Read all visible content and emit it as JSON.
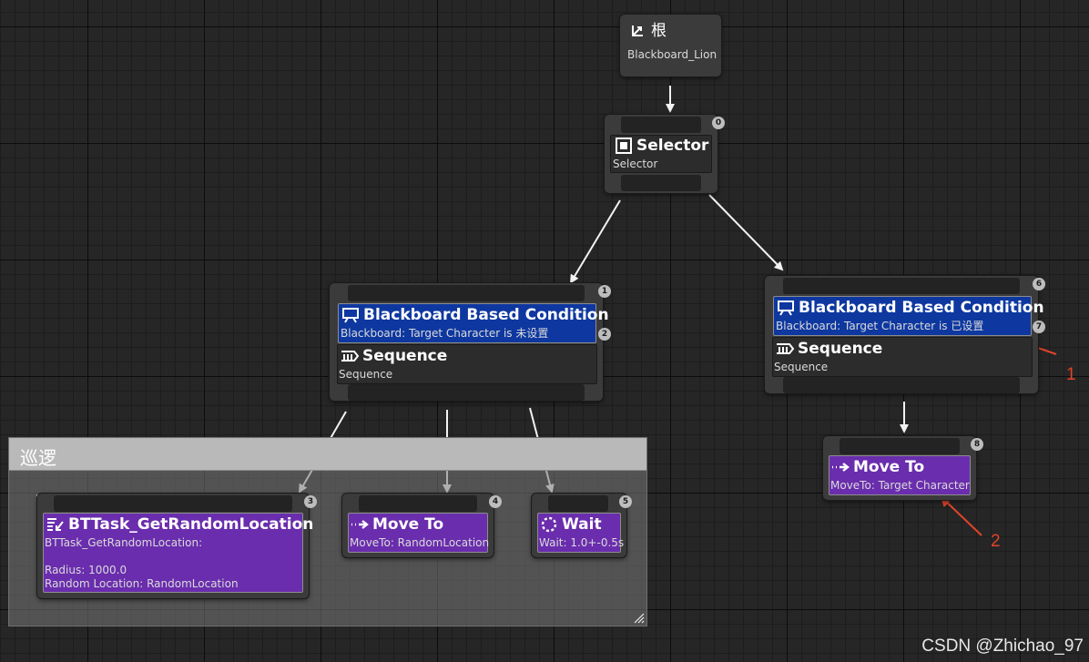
{
  "root": {
    "title": "根",
    "subtitle": "Blackboard_Lion"
  },
  "selector": {
    "title": "Selector",
    "subtitle": "Selector",
    "index": "0"
  },
  "left_branch": {
    "decorator": {
      "title": "Blackboard Based Condition",
      "subtitle": "Blackboard: Target Character is 未设置",
      "index": "2"
    },
    "composite": {
      "title": "Sequence",
      "subtitle": "Sequence",
      "index": "1"
    }
  },
  "right_branch": {
    "decorator": {
      "title": "Blackboard Based Condition",
      "subtitle": "Blackboard: Target Character is 已设置",
      "index": "7"
    },
    "composite": {
      "title": "Sequence",
      "subtitle": "Sequence",
      "index": "6"
    }
  },
  "comment_box": {
    "title": "巡逻"
  },
  "tasks": {
    "get_random_location": {
      "title": "BTTask_GetRandomLocation",
      "line1": "BTTask_GetRandomLocation:",
      "line2": "Radius: 1000.0",
      "line3": "Random Location: RandomLocation",
      "index": "3"
    },
    "move_to_random": {
      "title": "Move To",
      "subtitle": "MoveTo: RandomLocation",
      "index": "4"
    },
    "wait": {
      "title": "Wait",
      "subtitle": "Wait: 1.0+-0.5s",
      "index": "5"
    },
    "move_to_target": {
      "title": "Move To",
      "subtitle": "MoveTo: Target Character",
      "index": "8"
    }
  },
  "annotations": {
    "arrow1_label": "1",
    "arrow2_label": "2",
    "color": "#e0442b"
  },
  "watermark": "CSDN @Zhichao_97",
  "colors": {
    "decorator_blue": "#0e38a0",
    "task_purple": "#6a2dad",
    "node_gray": "#3b3b3b"
  }
}
